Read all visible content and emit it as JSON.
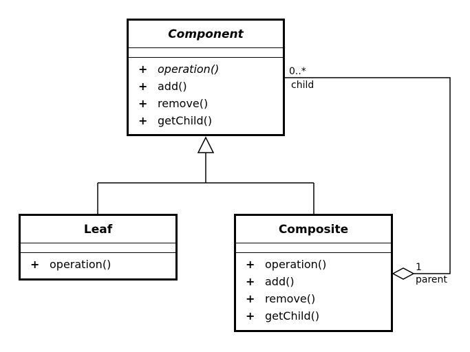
{
  "classes": {
    "component": {
      "name": "Component",
      "operations": [
        {
          "vis": "+",
          "name": "operation()",
          "abstract": true
        },
        {
          "vis": "+",
          "name": "add()"
        },
        {
          "vis": "+",
          "name": "remove()"
        },
        {
          "vis": "+",
          "name": "getChild()"
        }
      ]
    },
    "leaf": {
      "name": "Leaf",
      "operations": [
        {
          "vis": "+",
          "name": "operation()"
        }
      ]
    },
    "composite": {
      "name": "Composite",
      "operations": [
        {
          "vis": "+",
          "name": "operation()"
        },
        {
          "vis": "+",
          "name": "add()"
        },
        {
          "vis": "+",
          "name": "remove()"
        },
        {
          "vis": "+",
          "name": "getChild()"
        }
      ]
    }
  },
  "association": {
    "child_multiplicity": "0..*",
    "child_role": "child",
    "parent_multiplicity": "1",
    "parent_role": "parent"
  }
}
